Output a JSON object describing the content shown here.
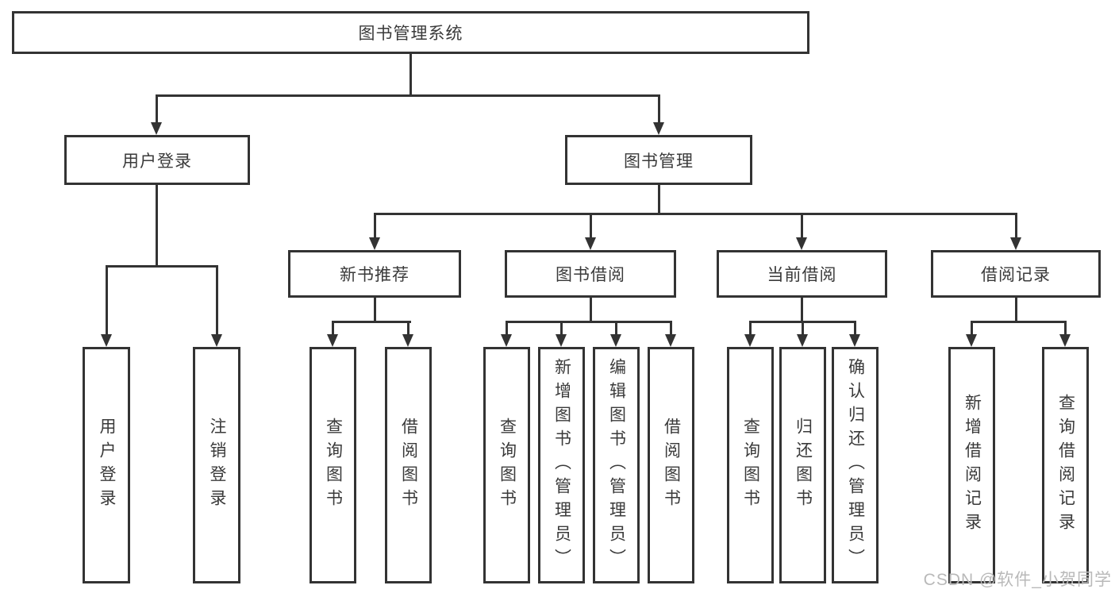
{
  "colors": {
    "line": "#333333",
    "text": "#3a3a3a",
    "box_bg": "#ffffff",
    "watermark": "#b9b9b9",
    "background": "#ffffff"
  },
  "watermark": {
    "text": "CSDN @软件_小贺同学"
  },
  "tree": {
    "root": {
      "label": "图书管理系统"
    },
    "branches": [
      {
        "label": "用户登录",
        "children": [
          {
            "label": "用户登录"
          },
          {
            "label": "注销登录"
          }
        ]
      },
      {
        "label": "图书管理",
        "children": [
          {
            "label": "新书推荐",
            "children": [
              {
                "label": "查询图书"
              },
              {
                "label": "借阅图书"
              }
            ]
          },
          {
            "label": "图书借阅",
            "children": [
              {
                "label": "查询图书"
              },
              {
                "label": "新增图书（管理员）"
              },
              {
                "label": "编辑图书（管理员）"
              },
              {
                "label": "借阅图书"
              }
            ]
          },
          {
            "label": "当前借阅",
            "children": [
              {
                "label": "查询图书"
              },
              {
                "label": "归还图书"
              },
              {
                "label": "确认归还（管理员）"
              }
            ]
          },
          {
            "label": "借阅记录",
            "children": [
              {
                "label": "新增借阅记录"
              },
              {
                "label": "查询借阅记录"
              }
            ]
          }
        ]
      }
    ]
  }
}
